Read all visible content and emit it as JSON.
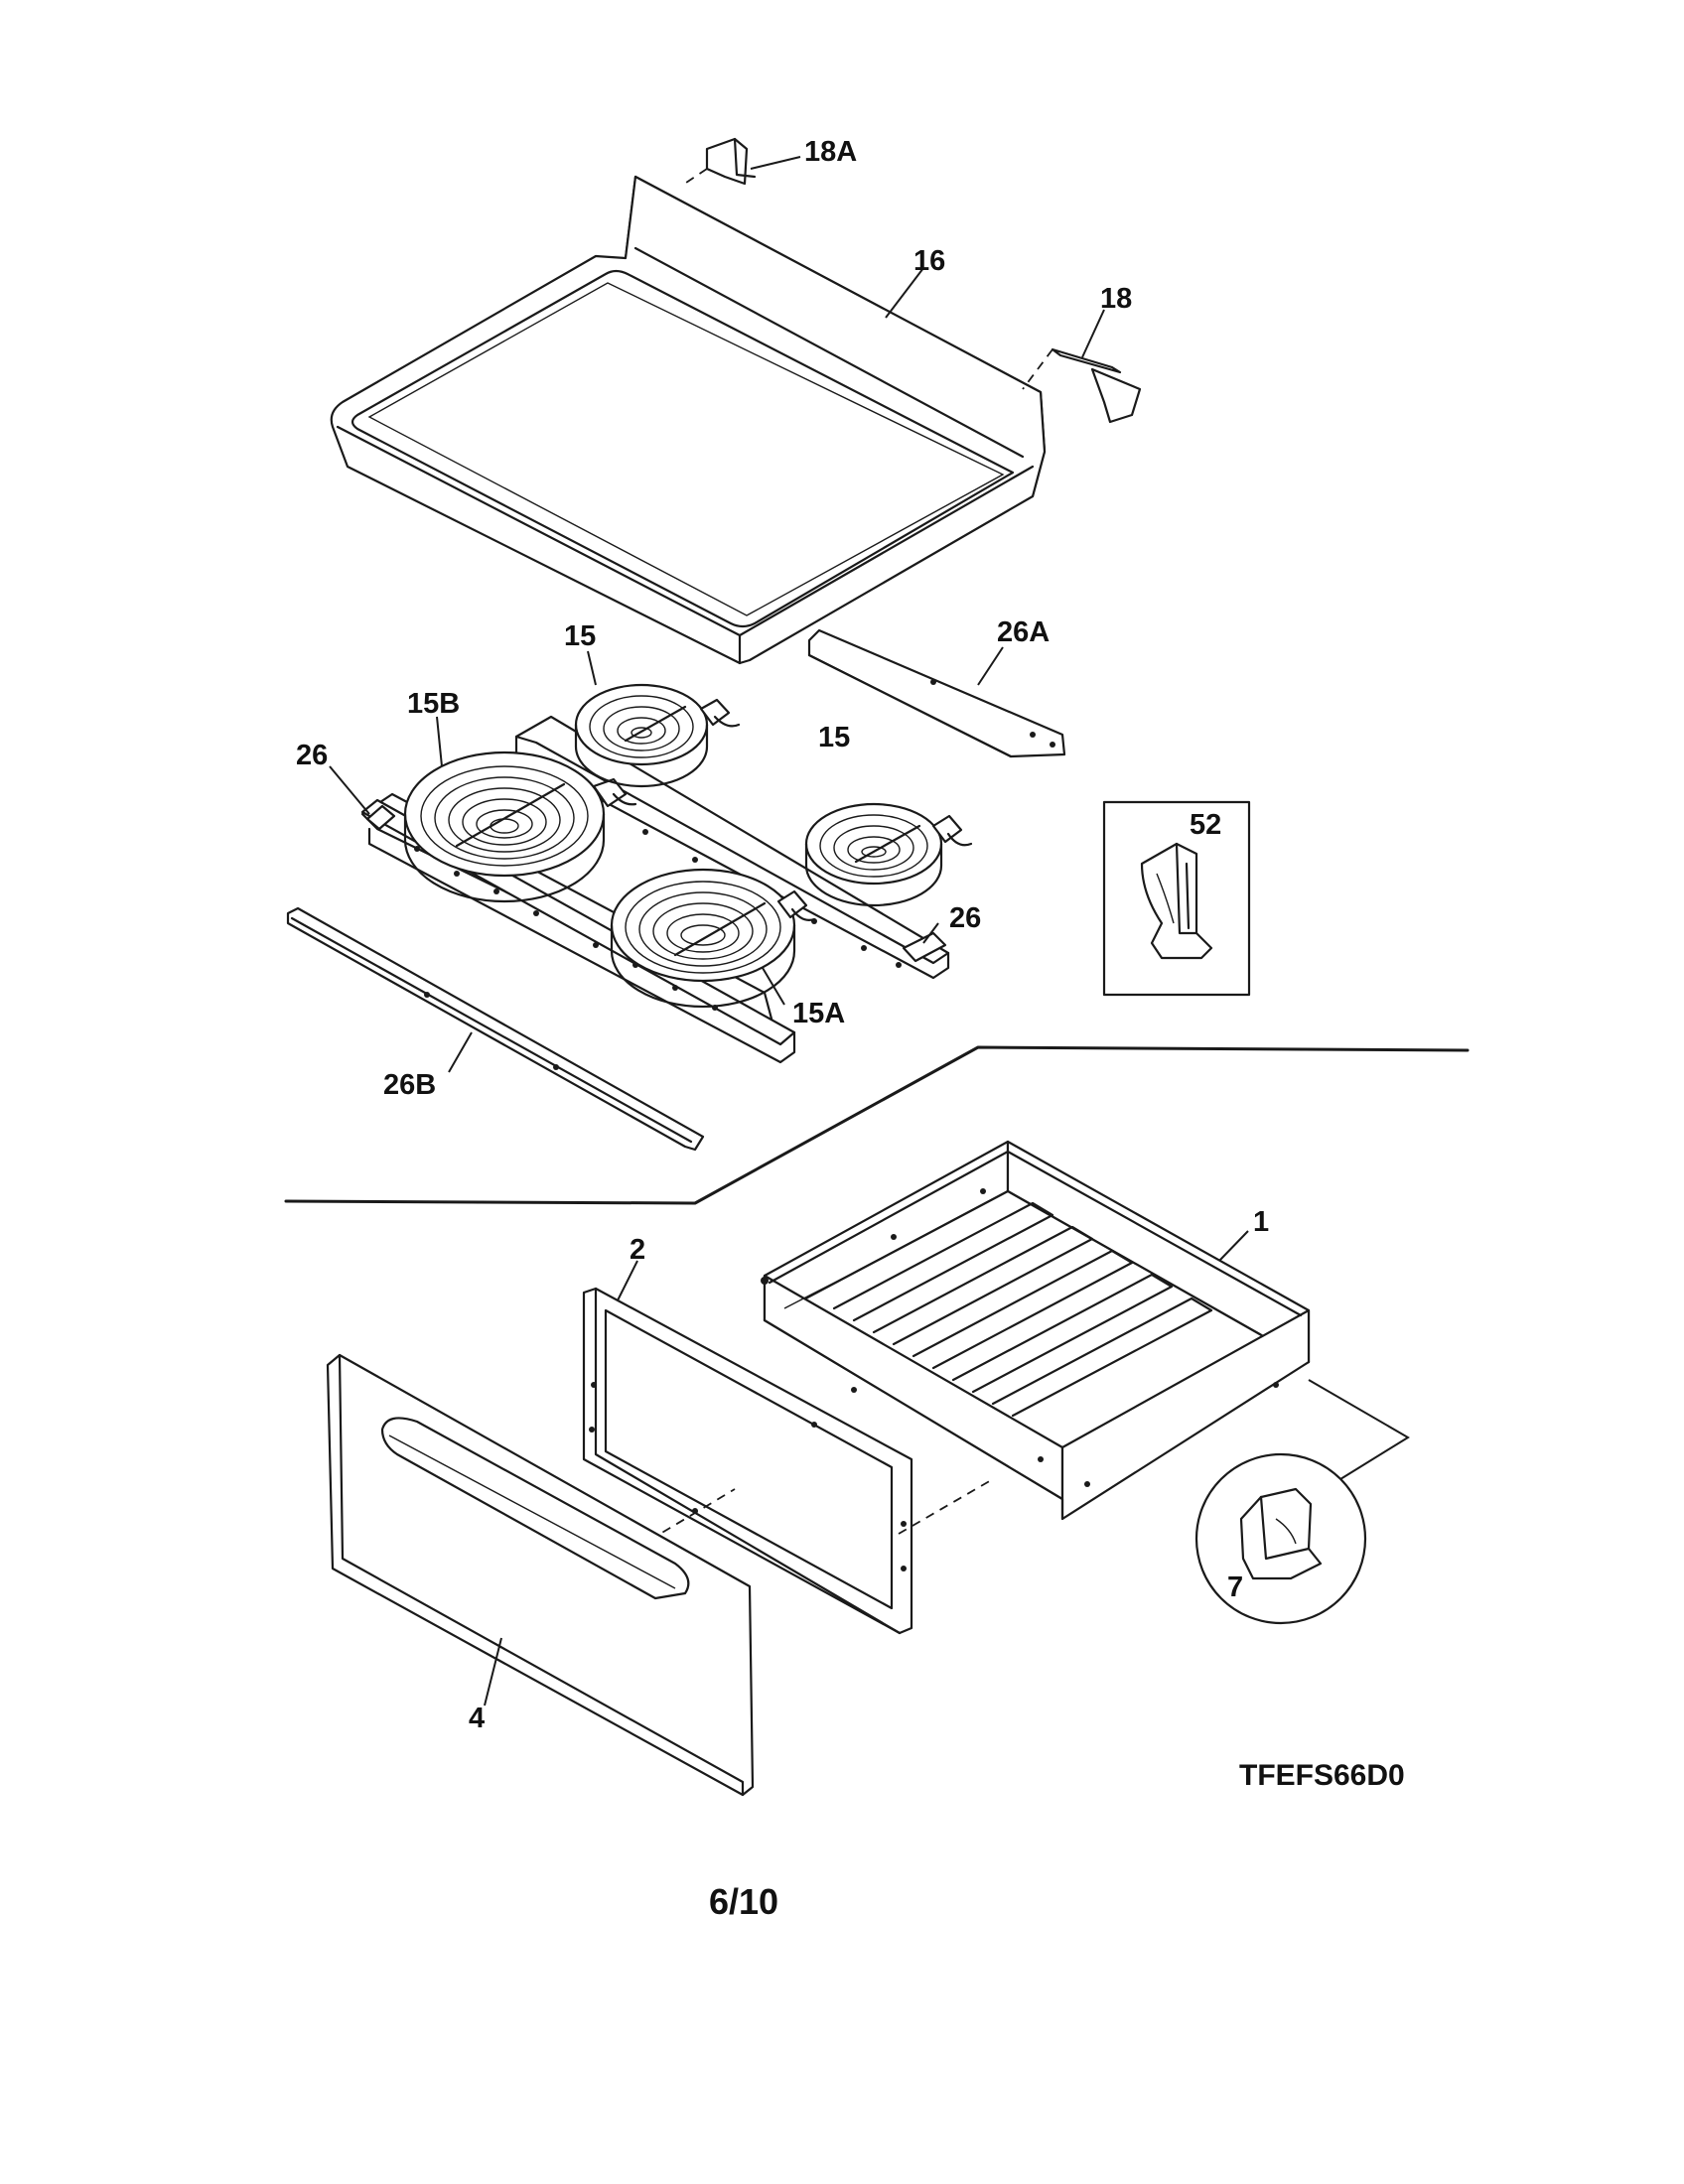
{
  "callouts": {
    "c18a": "18A",
    "c16": "16",
    "c18": "18",
    "c26a": "26A",
    "c15_top": "15",
    "c15b": "15B",
    "c26_left": "26",
    "c15_right": "15",
    "c52": "52",
    "c26_right": "26",
    "c15a": "15A",
    "c26b": "26B",
    "c1": "1",
    "c2": "2",
    "c7": "7",
    "c4": "4"
  },
  "footer": {
    "model_code": "TFEFS66D0",
    "page_number": "6/10"
  }
}
